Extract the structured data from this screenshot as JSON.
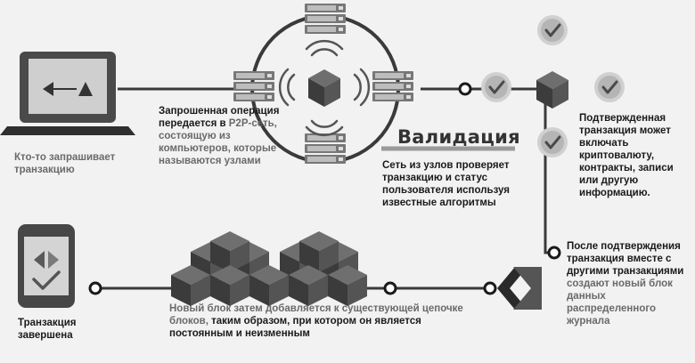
{
  "steps": {
    "request": {
      "text": "Кто-то запрашивает транзакцию"
    },
    "broadcast": {
      "strong": "Запрошенная операция передается в",
      "muted": "P2P-сеть, состоящую из компьютеров, которые называются узлами"
    },
    "validation": {
      "title": "Валидация",
      "text": "Сеть из узлов проверяет транзакцию и статус пользователя используя известные алгоритмы"
    },
    "verified": {
      "text": "Подтвержденная транзакция может включать криптовалюту, контракты, записи или другую информацию."
    },
    "combine": {
      "strong": "После подтверждения транзакция вместе с другими транзакциями",
      "muted": "создают новый блок данных распределенного журнала"
    },
    "append": {
      "muted": "Новый блок затем добавляется к существующей цепочке блоков,",
      "strong": "таким образом, при котором он является постоянным и неизменным"
    },
    "complete": {
      "text": "Транзакция завершена"
    }
  },
  "icons": {
    "laptop": "laptop-icon",
    "server": "server-icon",
    "cube": "cube-icon",
    "check": "check-badge-icon",
    "phone": "phone-icon",
    "block": "new-block-icon",
    "chain": "block-chain-icon"
  },
  "colors": {
    "line": "#3a3a3a",
    "dark": "#1a1a1a",
    "muted": "#6a6a6a",
    "background": "#f2f2f2"
  }
}
